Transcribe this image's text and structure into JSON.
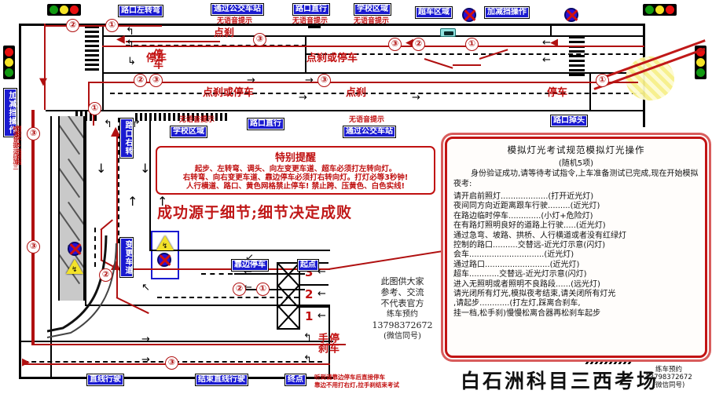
{
  "title": "白石洲科目三西考场",
  "signs": {
    "top": [
      {
        "id": "junction-left-turn",
        "label": "路口左转弯",
        "note": ""
      },
      {
        "id": "pass-bus-stop",
        "label": "通过公交车站",
        "note": "无语音提示"
      },
      {
        "id": "junction-straight",
        "label": "路口直行",
        "note": "无语音提示"
      },
      {
        "id": "school-zone",
        "label": "学校区域",
        "note": "无语音提示"
      },
      {
        "id": "overtake-zone",
        "label": "超车区域",
        "note": ""
      },
      {
        "id": "gear-shift",
        "label": "加减挡操作",
        "note": ""
      }
    ],
    "mid": [
      {
        "id": "school-zone-2",
        "label": "学校区域",
        "note": "无语音提示"
      },
      {
        "id": "junction-straight-2",
        "label": "路口直行",
        "note": ""
      },
      {
        "id": "pass-bus-stop-2",
        "label": "通过公交车站",
        "note": "无语音提示"
      },
      {
        "id": "u-turn",
        "label": "路口掉头",
        "note": ""
      }
    ],
    "left_vertical": {
      "id": "gear-shift-left",
      "label": "加减挡操作"
    },
    "right_turn": {
      "id": "junction-right-turn",
      "label": "路口右转"
    },
    "change_lane": {
      "id": "change-lane",
      "label": "变更车道"
    },
    "roadside_park": {
      "id": "roadside-parking",
      "label": "靠边停车"
    },
    "start_point": {
      "id": "start-point",
      "label": "起点"
    },
    "bottom": [
      {
        "id": "straight-drive",
        "label": "直线行驶"
      },
      {
        "id": "end-straight-drive",
        "label": "结束直线行驶"
      },
      {
        "id": "end-point",
        "label": "终点"
      }
    ]
  },
  "route_notes": {
    "brake_tap": "点刹",
    "stop": "停车",
    "brake_or_stop": "点刹或停车",
    "brake_tap_2": "点刹",
    "stop_2": "停车",
    "parking_handbrake_1": "停车",
    "parking_handbrake_2": "手刹",
    "gear_hint": "听语音提示后加三",
    "gear_hint_2": "到音不5挡到挡",
    "end_hint_1": "听到请靠边停车后直接停车",
    "end_hint_2": "靠边不用打右灯,拉手刹结束考试"
  },
  "steps": [
    "①",
    "②",
    "③"
  ],
  "start_lanes": [
    "3",
    "2",
    "1"
  ],
  "tip_box": {
    "title": "特别提醒",
    "lines": [
      "起步、左转弯、调头、向左变更车道、超车必须打左转向灯。",
      "右转弯、向右变更车道、靠边停车必须打右转向灯。打灯必等3秒钟!",
      "人行横道、路口、黄色网格禁止停车! 禁止跨、压黄色、白色实线!"
    ]
  },
  "slogan": "成功源于细节;细节决定成败",
  "memo": {
    "line1": "此图供大家",
    "line2": "参考、交流",
    "line3": "不代表官方",
    "label": "练车预约",
    "phone": "13798372672",
    "wechat": "(微信同号)"
  },
  "contact": {
    "label": "练车预约",
    "phone": "13798372672",
    "wechat": "(微信同号)"
  },
  "night_panel": {
    "title": "模拟灯光考试规范模拟灯光操作",
    "subtitle": "(随机5项)",
    "intro": "身份验证成功,请等待考试指令,上车准备测试已完成,现在开始模拟夜考:",
    "items": [
      "请开启前照灯...................(打开近光灯)",
      "夜间同方向近距离跟车行驶.........(近光灯)",
      "在路边临时停车.............(小灯+危险灯)",
      "在有路灯照明良好的道路上行驶.....(近光灯)",
      "通过急弯、坡路、拱桥、人行横道或者没有红绿灯",
      "控制的路口..........交替远-近光灯示意(闪灯)",
      "会车..............................(近光灯)",
      "通过路口..........................(近光灯)",
      "超车............交替远-近光灯示意(闪灯)",
      "进入无照明或者照明不良路段......(远光灯)",
      "请光闭所有灯光,模拟夜考结束,请关闭所有灯光",
      ",请起步............(打左灯,踩离合刹车,",
      "挂一档,松手刹)慢慢松离合器再松刹车起步"
    ]
  },
  "colors": {
    "sign_blue": "#1a1ad0",
    "route_red": "#b01010",
    "warn_red": "#c01010",
    "road_black": "#000000",
    "yellow_grid": "#f7f08a"
  }
}
